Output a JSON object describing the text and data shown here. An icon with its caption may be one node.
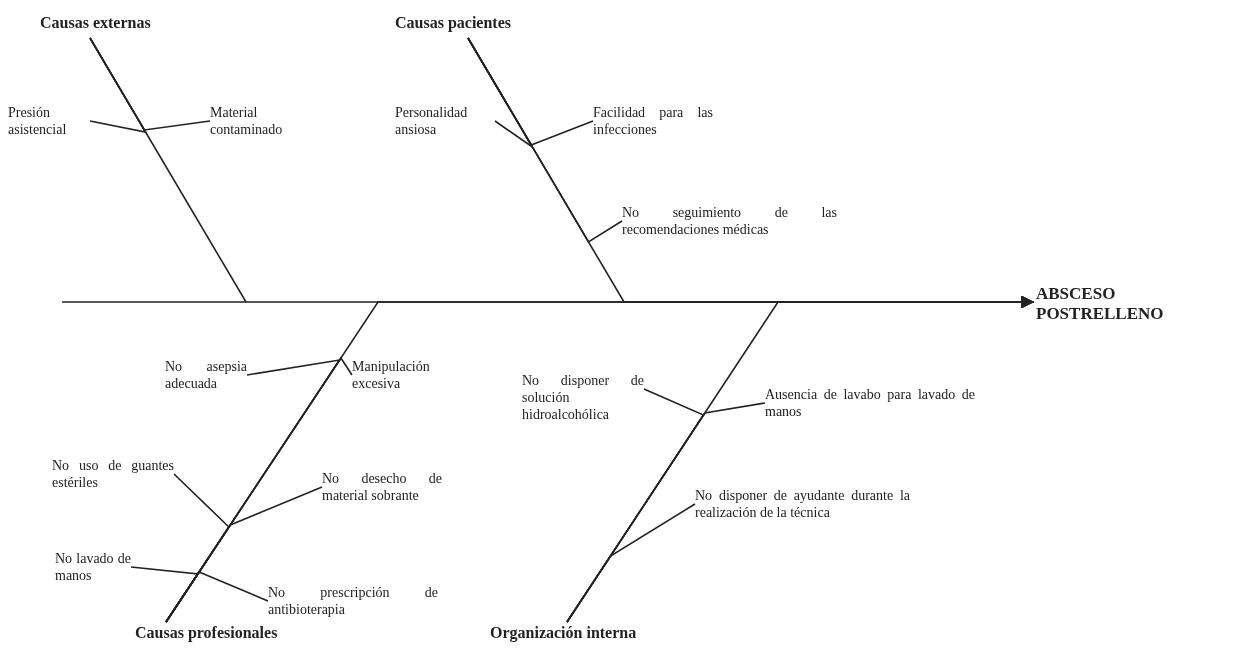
{
  "diagram": {
    "nodes": [
      {
        "text": [
          "Causas externas"
        ]
      },
      {
        "text": [
          "Causas pacientes"
        ]
      },
      {
        "text": [
          "Presión asistencial"
        ]
      },
      {
        "text": [
          "Material contaminado"
        ]
      },
      {
        "text": [
          "Personalidad ansiosa"
        ]
      },
      {
        "text": [
          "Facilidad para las infecciones"
        ]
      },
      {
        "text": [
          "No seguimiento de las recomendaciones médicas"
        ]
      },
      {
        "text": [
          "ABSCESO POSTRELLENO"
        ]
      },
      {
        "text": [
          "No asepsia adecuada"
        ]
      },
      {
        "text": [
          "Manipulación excesiva"
        ]
      },
      {
        "text": [
          "No disponer de solución hidroalcohólica"
        ]
      },
      {
        "text": [
          "Ausencia de lavabo para lavado de manos"
        ]
      },
      {
        "text": [
          "No uso de guantes estériles"
        ]
      },
      {
        "text": [
          "No desecho de material sobrante"
        ]
      },
      {
        "text": [
          "No disponer de ayudante durante la realización de la técnica"
        ]
      },
      {
        "text": [
          "No lavado de manos"
        ]
      },
      {
        "text": [
          "No prescripción de antibioterapia"
        ]
      },
      {
        "text": [
          "Causas profesionales"
        ]
      },
      {
        "text": [
          "Organización interna"
        ]
      }
    ],
    "edges": [
      {
        "from": 0,
        "to": 7,
        "arrow": "to"
      },
      {
        "from": 1,
        "to": 7,
        "arrow": "to"
      },
      {
        "from": 17,
        "to": 7,
        "arrow": "to"
      },
      {
        "from": 18,
        "to": 7,
        "arrow": "to"
      },
      {
        "from": 2,
        "to": 0,
        "arrow": "none"
      },
      {
        "from": 3,
        "to": 0,
        "arrow": "none"
      },
      {
        "from": 4,
        "to": 1,
        "arrow": "none"
      },
      {
        "from": 5,
        "to": 1,
        "arrow": "none"
      },
      {
        "from": 6,
        "to": 1,
        "arrow": "none"
      },
      {
        "from": 8,
        "to": 17,
        "arrow": "none"
      },
      {
        "from": 9,
        "to": 17,
        "arrow": "none"
      },
      {
        "from": 12,
        "to": 17,
        "arrow": "none"
      },
      {
        "from": 13,
        "to": 17,
        "arrow": "none"
      },
      {
        "from": 15,
        "to": 17,
        "arrow": "none"
      },
      {
        "from": 16,
        "to": 17,
        "arrow": "none"
      },
      {
        "from": 10,
        "to": 18,
        "arrow": "none"
      },
      {
        "from": 11,
        "to": 18,
        "arrow": "none"
      },
      {
        "from": 14,
        "to": 18,
        "arrow": "none"
      }
    ]
  }
}
